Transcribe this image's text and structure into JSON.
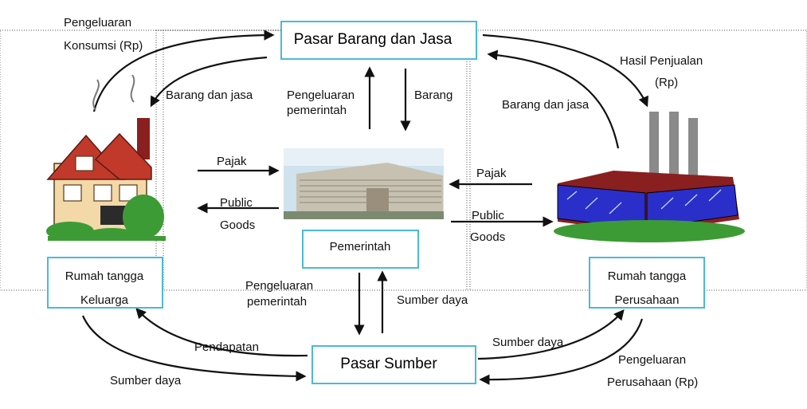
{
  "nodes": {
    "pasar_barang": "Pasar Barang dan Jasa",
    "pasar_sumber": "Pasar Sumber",
    "pemerintah": "Pemerintah",
    "rumah_tangga_keluarga": [
      "Rumah tangga",
      "Keluarga"
    ],
    "rumah_tangga_perusahaan": [
      "Rumah tangga",
      "Perusahaan"
    ]
  },
  "labels": {
    "pengeluaran_konsumsi": [
      "Pengeluaran",
      "Konsumsi (Rp)"
    ],
    "barang_dan_jasa_left": "Barang dan jasa",
    "pengeluaran_pemerintah_top": [
      "Pengeluaran",
      "pemerintah"
    ],
    "barang": "Barang",
    "hasil_penjualan": [
      "Hasil Penjualan",
      "(Rp)"
    ],
    "barang_dan_jasa_right": "Barang dan jasa",
    "pajak_left": "Pajak",
    "public_goods_left": [
      "Public",
      "Goods"
    ],
    "pajak_right": "Pajak",
    "public_goods_right": [
      "Public",
      "Goods"
    ],
    "pengeluaran_pemerintah_bottom": [
      "Pengeluaran",
      "pemerintah"
    ],
    "sumber_daya_center": "Sumber daya",
    "pendapatan": "Pendapatan",
    "sumber_daya_left": "Sumber daya",
    "sumber_daya_right": "Sumber daya",
    "pengeluaran_perusahaan": [
      "Pengeluaran",
      "Perusahaan (Rp)"
    ]
  },
  "colors": {
    "box_border": "#4bbad6",
    "arrow": "#111111",
    "house_wall": "#f3d9a8",
    "house_roof": "#c0392b",
    "factory_glass": "#2a2fc9",
    "factory_brick": "#8a1f1f",
    "grass": "#3d9b35"
  },
  "illustrations": {
    "house": "house-illustration",
    "government_building": "government-building-photo",
    "factory": "factory-illustration"
  }
}
